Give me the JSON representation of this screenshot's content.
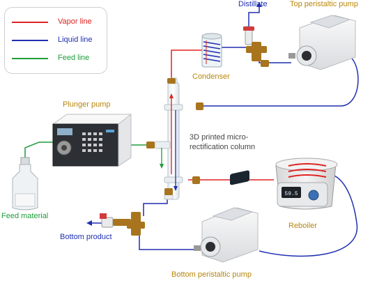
{
  "legend": {
    "items": [
      {
        "label": "Vapor line",
        "color": "#e02020"
      },
      {
        "label": "Liquid line",
        "color": "#1f2fb0"
      },
      {
        "label": "Feed line",
        "color": "#1e9c3a"
      }
    ]
  },
  "labels": {
    "distillate": "Distillate",
    "top_pump": "Top peristaltic pump",
    "condenser": "Condenser",
    "plunger_pump": "Plunger pump",
    "column_line1": "3D printed micro-",
    "column_line2": "rectification column",
    "feed_material": "Feed material",
    "bottom_product": "Bottom product",
    "reboiler": "Reboiler",
    "bottom_pump": "Bottom peristaltic pump"
  },
  "devices": {
    "reboiler_display": "59.5"
  },
  "colors": {
    "vapor": "#e02020",
    "liquid": "#1f2fb0",
    "feed": "#1e9c3a",
    "label_gold": "#b8860b",
    "brass": "#a8741e"
  }
}
